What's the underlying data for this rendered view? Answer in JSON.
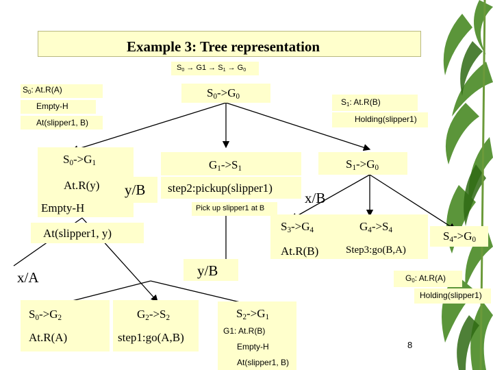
{
  "title": "Example 3: Tree representation",
  "path": {
    "pre": "S",
    "s0": "0",
    "mid1": " → G1 → S",
    "s1": "1",
    "mid2": " → G",
    "g0": "0"
  },
  "root": {
    "state_prefix": "S",
    "state_sub": "0",
    "state_rest": ": At.R(A)",
    "line2": "Empty-H",
    "line3": "At(slipper1, B)",
    "goal": {
      "a": "S",
      "a_sub": "0",
      "arrow": "->G",
      "b_sub": "0"
    }
  },
  "s1_state": {
    "prefix": "S",
    "sub": "1",
    "rest": ": At.R(B)",
    "line2": "Holding(slipper1)"
  },
  "left_node": {
    "goal": {
      "a": "S",
      "a_sub": "0",
      "arrow": "->G",
      "b_sub": "1"
    },
    "line1": "At.R(y)",
    "line2": "Empty-H",
    "line3": "At(slipper1, y)"
  },
  "middle_node": {
    "goal": {
      "a": "G",
      "a_sub": "1",
      "arrow": "->S",
      "b_sub": "1"
    },
    "action": "step2:pickup(slipper1)",
    "note": "Pick up slipper1 at B"
  },
  "right_node": {
    "goal": {
      "a": "S",
      "a_sub": "1",
      "arrow": "->G",
      "b_sub": "0"
    }
  },
  "binding_yB_1": "y/B",
  "binding_xB": "x/B",
  "s3_node": {
    "goal": {
      "a": "S",
      "a_sub": "3",
      "arrow": "->G",
      "b_sub": "4"
    },
    "line1": "At.R(B)"
  },
  "g4_node": {
    "goal": {
      "a": "G",
      "a_sub": "4",
      "arrow": "->S",
      "b_sub": "4"
    },
    "action": "Step3:go(B,A)"
  },
  "s4_node": {
    "goal": {
      "a": "S",
      "a_sub": "4",
      "arrow": "->G",
      "b_sub": "0"
    }
  },
  "binding_xA": "x/A",
  "binding_yB_2": "y/B",
  "g0_state": {
    "prefix": "G",
    "sub": "0",
    "rest": ": At.R(A)",
    "line2": "Holding(slipper1)"
  },
  "s0g2_node": {
    "goal": {
      "a": "S",
      "a_sub": "0",
      "arrow": "->G",
      "b_sub": "2"
    },
    "line1": "At.R(A)"
  },
  "g2s2_node": {
    "goal": {
      "a": "G",
      "a_sub": "2",
      "arrow": "->S",
      "b_sub": "2"
    },
    "action": "step1:go(A,B)"
  },
  "s2g1_node": {
    "goal": {
      "a": "S",
      "a_sub": "2",
      "arrow": "->G",
      "b_sub": "1"
    },
    "line1": "G1: At.R(B)",
    "line2": "Empty-H",
    "line3": "At(slipper1, B)"
  },
  "page_number": "8",
  "colors": {
    "box_fill": "#ffffcc",
    "leaf_green": "#3d7a1e"
  }
}
